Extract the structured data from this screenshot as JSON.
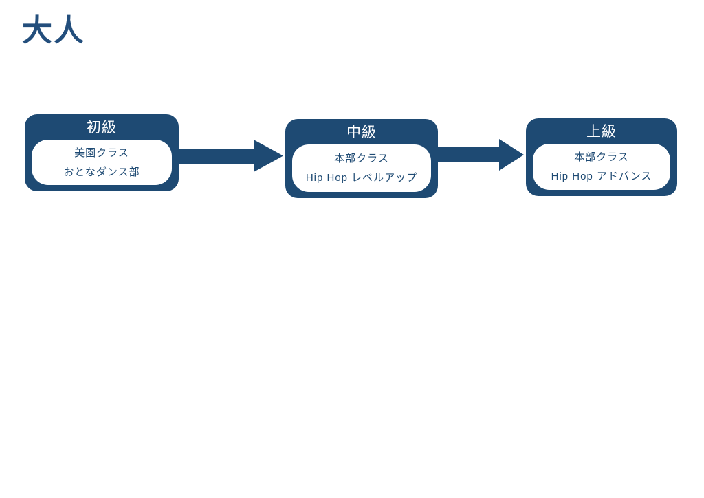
{
  "page": {
    "title": "大人",
    "background": "#ffffff"
  },
  "colors": {
    "navy": "#1e4a73",
    "title_navy": "#234e7c",
    "panel_white": "#ffffff"
  },
  "flow": {
    "nodes": [
      {
        "level": "初級",
        "lines": [
          "美園クラス",
          "おとなダンス部"
        ]
      },
      {
        "level": "中級",
        "lines": [
          "本部クラス",
          "Hip Hop レベルアップ"
        ]
      },
      {
        "level": "上級",
        "lines": [
          "本部クラス",
          "Hip Hop アドバンス"
        ]
      }
    ],
    "arrows": [
      {
        "from": "初級",
        "to": "中級",
        "direction": "right"
      },
      {
        "from": "中級",
        "to": "上級",
        "direction": "right"
      }
    ]
  }
}
